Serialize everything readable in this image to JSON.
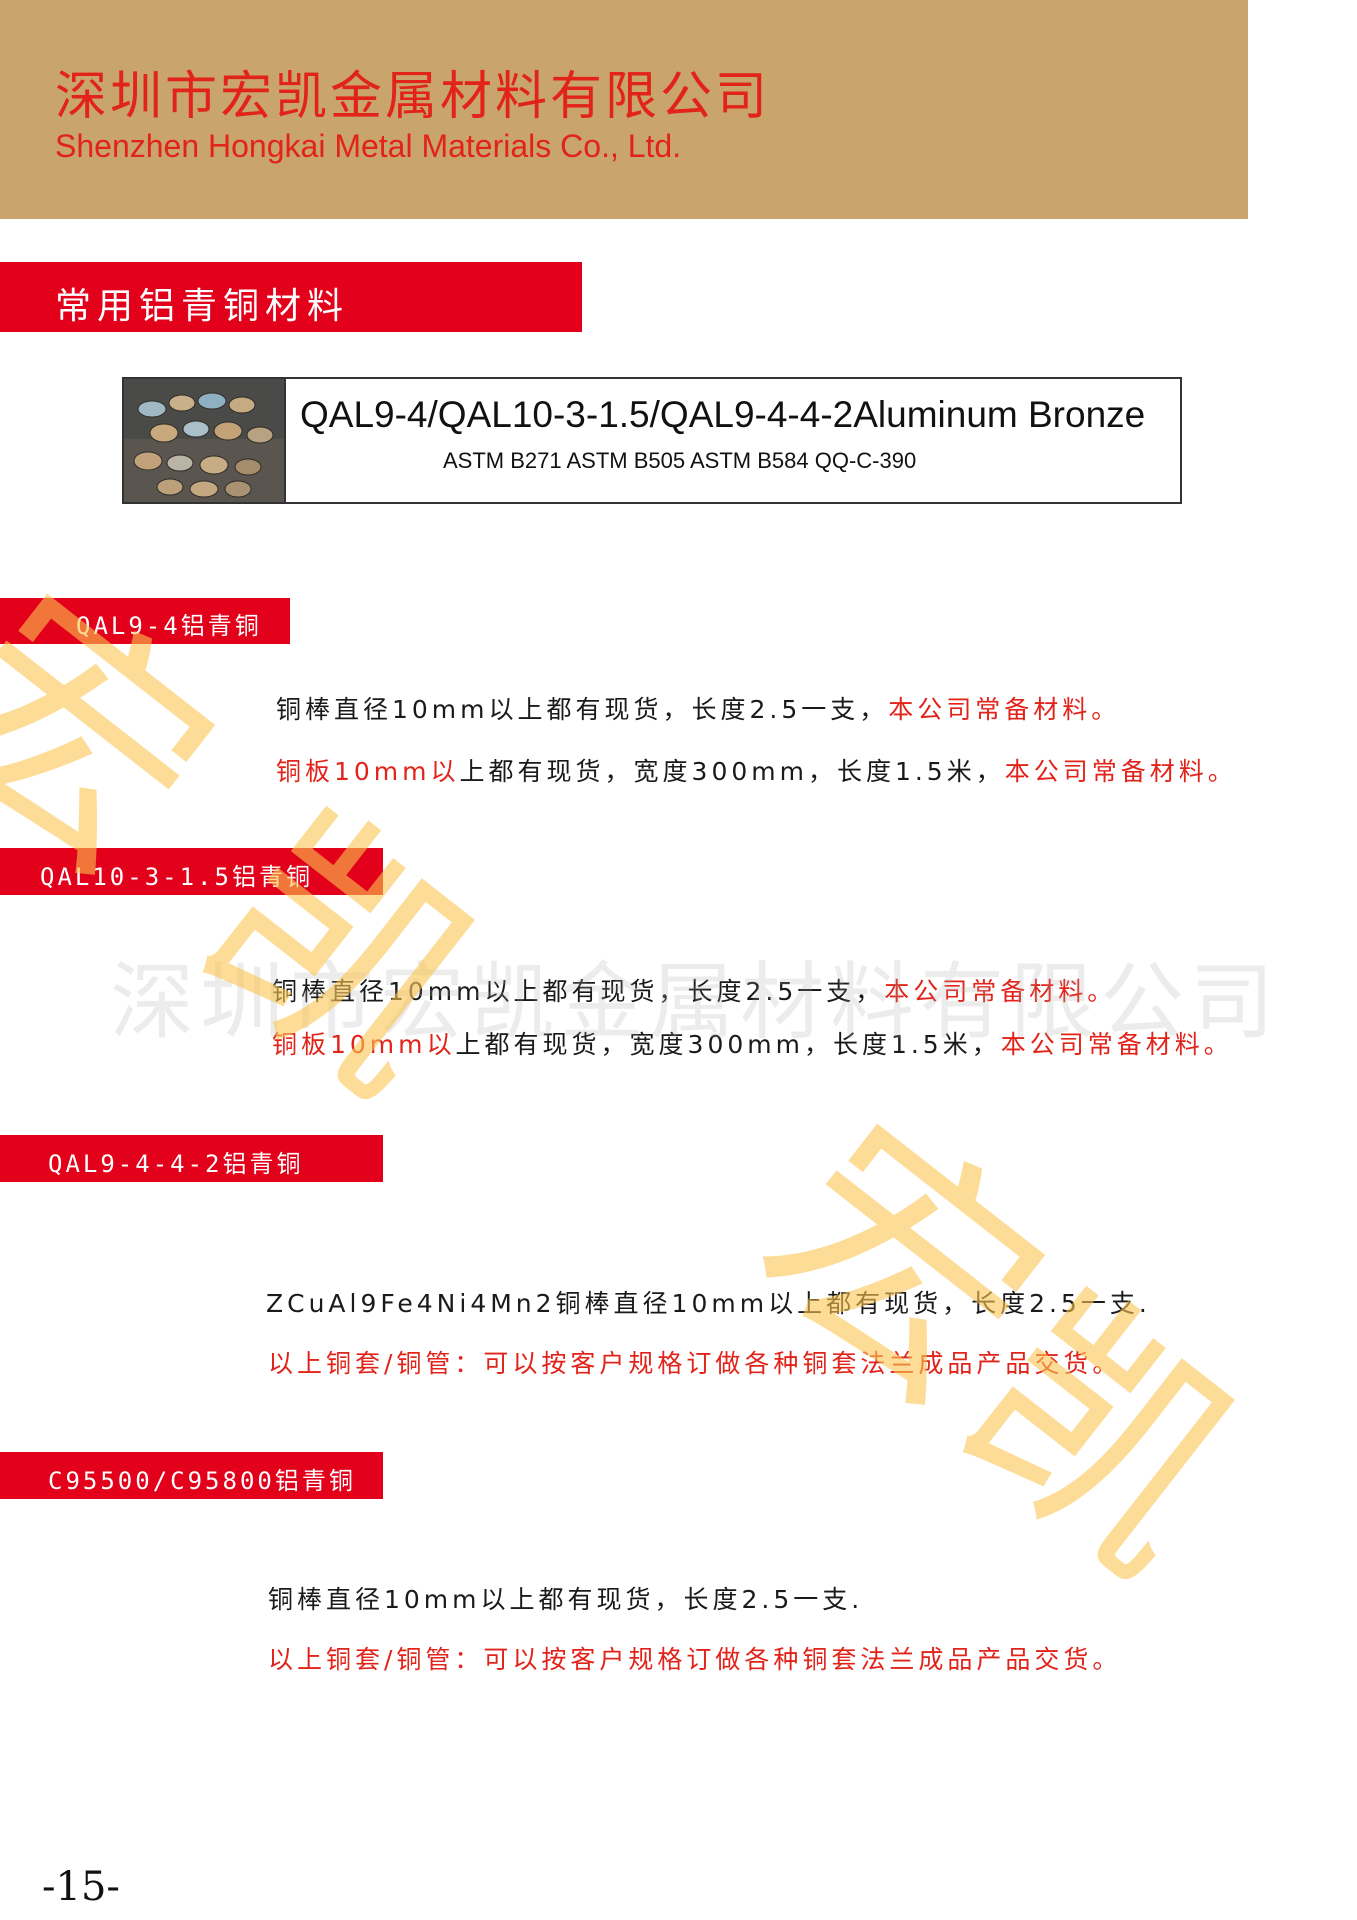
{
  "header": {
    "company_cn": "深圳市宏凯金属材料有限公司",
    "company_en": "Shenzhen Hongkai Metal Materials Co., Ltd."
  },
  "section": {
    "title": "常用铝青铜材料"
  },
  "product": {
    "title": "QAL9-4/QAL10-3-1.5/QAL9-4-4-2Aluminum Bronze",
    "standards": "ASTM B271  ASTM B505  ASTM B584  QQ-C-390"
  },
  "items": [
    {
      "label": "QAL9-4铝青铜",
      "line1_text": "铜棒直径10mm以上都有现货，长度2.5一支，",
      "line1_note": "本公司常备材料。",
      "line2_prefix": "铜板10mm以",
      "line2_text": "上都有现货，宽度300mm，长度1.5米，",
      "line2_note": "本公司常备材料。"
    },
    {
      "label": "QAL10-3-1.5铝青铜",
      "line1_text": "铜棒直径10mm以上都有现货，长度2.5一支，",
      "line1_note": "本公司常备材料。",
      "line2_prefix": "铜板10mm以",
      "line2_text": "上都有现货，宽度300mm，长度1.5米，",
      "line2_note": "本公司常备材料。"
    },
    {
      "label": "QAL9-4-4-2铝青铜",
      "line1_text": "ZCuAl9Fe4Ni4Mn2铜棒直径10mm以上都有现货，长度2.5一支.",
      "line2_note": "以上铜套/铜管：可以按客户规格订做各种铜套法兰成品产品交货。"
    },
    {
      "label": "C95500/C95800铝青铜",
      "line1_text": "铜棒直径10mm以上都有现货，长度2.5一支.",
      "line2_note": "以上铜套/铜管：可以按客户规格订做各种铜套法兰成品产品交货。"
    }
  ],
  "watermark": {
    "row_text": "深圳市宏凯金属材料有限公司",
    "big_1": "宏",
    "big_2": "凯"
  },
  "page_number": "-15-"
}
